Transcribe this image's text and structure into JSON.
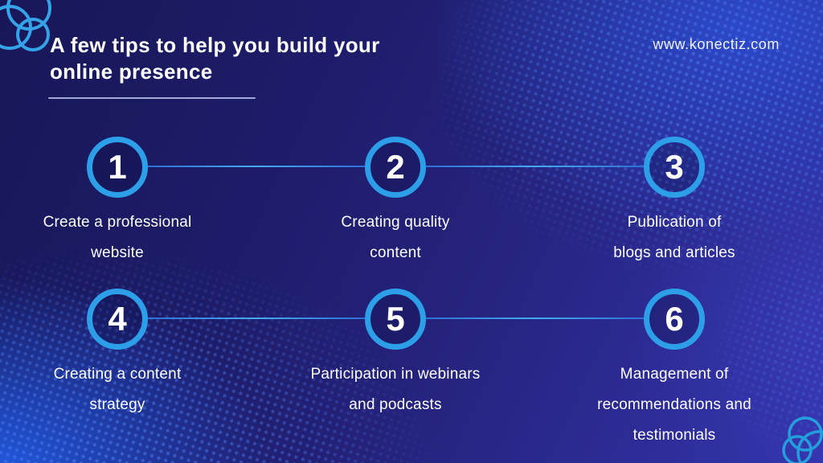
{
  "header": {
    "title_lines": [
      "A few tips to help you build your",
      "online presence"
    ],
    "website_url": "www.konectiz.com"
  },
  "steps": [
    {
      "number": "1",
      "lines": [
        "Create a professional",
        "website"
      ]
    },
    {
      "number": "2",
      "lines": [
        "Creating quality",
        "content"
      ]
    },
    {
      "number": "3",
      "lines": [
        "Publication of",
        "blogs and articles"
      ]
    },
    {
      "number": "4",
      "lines": [
        "Creating a content",
        "strategy"
      ]
    },
    {
      "number": "5",
      "lines": [
        "Participation in webinars",
        "and podcasts"
      ]
    },
    {
      "number": "6",
      "lines": [
        "Management of",
        "recommendations and",
        "testimonials"
      ]
    }
  ],
  "colors": {
    "background_dark": "#171758",
    "background_bright_blue": "#225ce6",
    "background_purple": "#3333ab",
    "accent_ring": "#2d9fe8",
    "connector_line": "#45aaef",
    "halftone_dot": "#4e7ef0",
    "text": "#ffffff",
    "underline": "#bac4ec"
  },
  "decorations": {
    "logo_top_left": "interlocking-circles",
    "logo_bottom_right": "interlocking-circles",
    "texture": "halftone-dot-wave"
  }
}
